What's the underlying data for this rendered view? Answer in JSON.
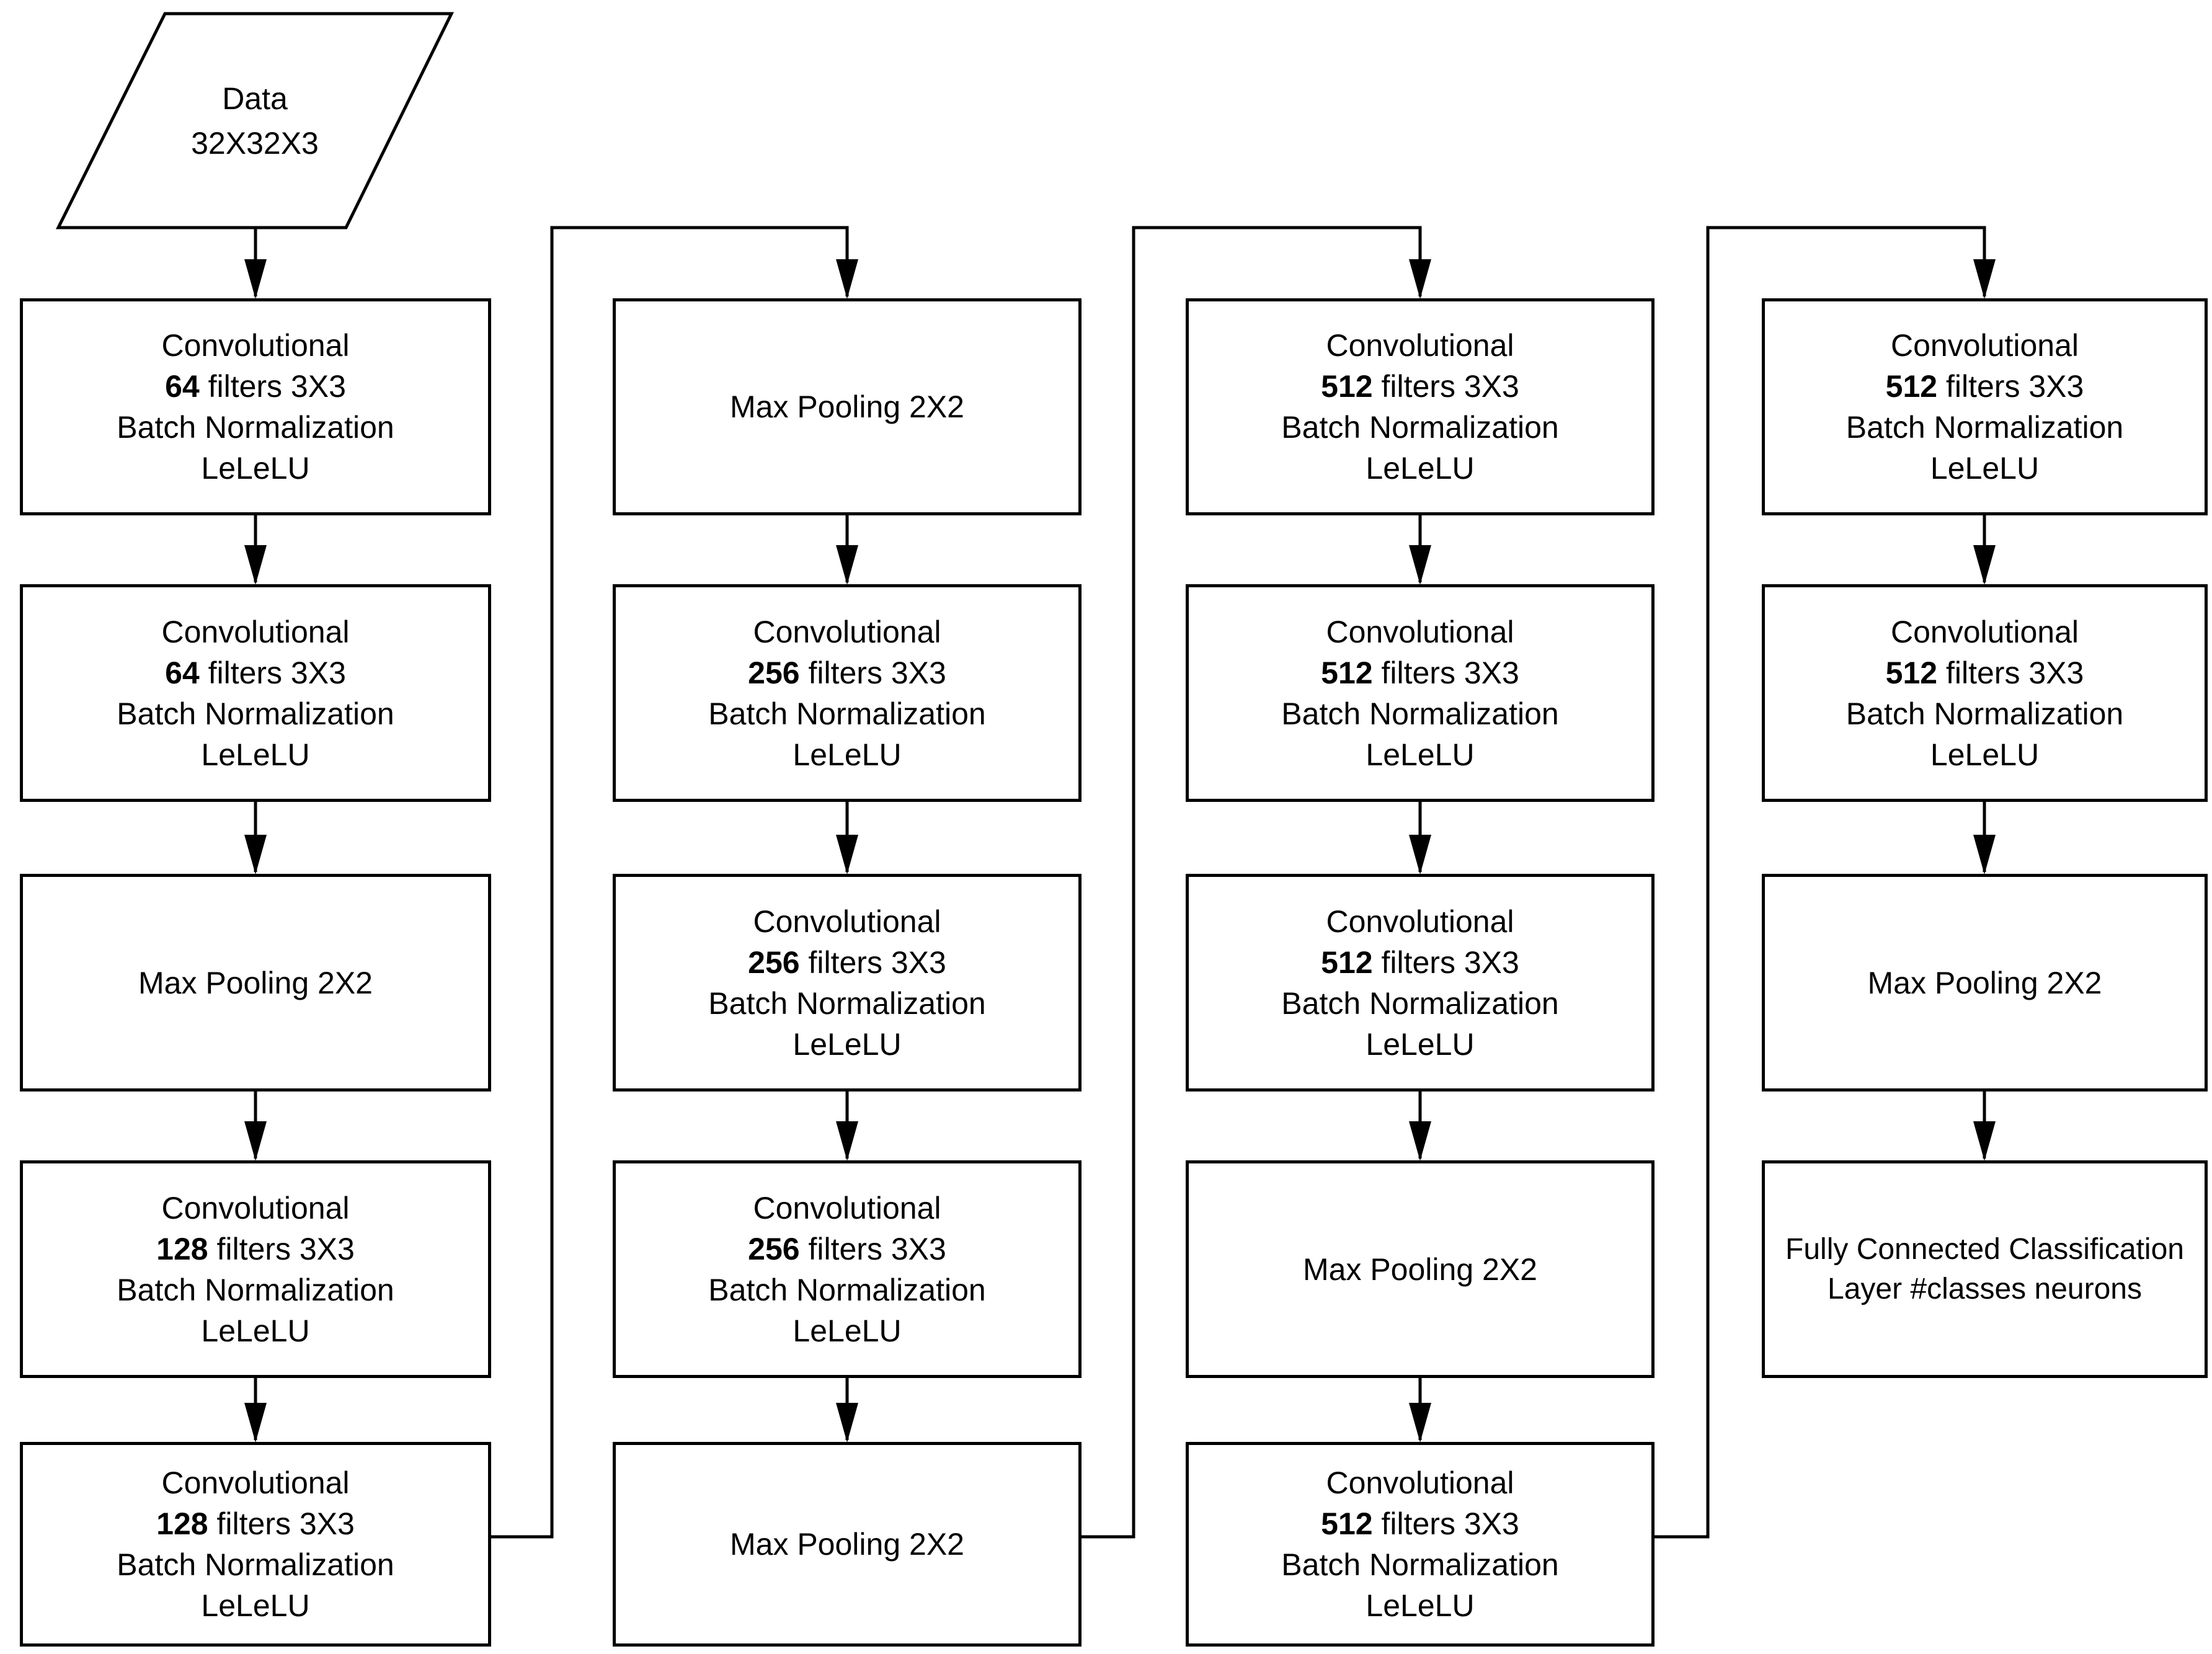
{
  "colors": {
    "background": "#ffffff",
    "line": "#000000",
    "text": "#000000"
  },
  "input_node": {
    "shape": "parallelogram",
    "line1": "Data",
    "line2": "32X32X3"
  },
  "columns": [
    {
      "boxes": [
        {
          "kind": "conv",
          "line1": "Convolutional",
          "filters": "64",
          "line2_rest": " filters 3X3",
          "line3": "Batch Normalization",
          "line4": "LeLeLU"
        },
        {
          "kind": "conv",
          "line1": "Convolutional",
          "filters": "64",
          "line2_rest": " filters 3X3",
          "line3": "Batch Normalization",
          "line4": "LeLeLU"
        },
        {
          "kind": "maxpool",
          "label": "Max Pooling 2X2"
        },
        {
          "kind": "conv",
          "line1": "Convolutional",
          "filters": "128",
          "line2_rest": " filters 3X3",
          "line3": "Batch Normalization",
          "line4": "LeLeLU"
        },
        {
          "kind": "conv",
          "line1": "Convolutional",
          "filters": "128",
          "line2_rest": " filters 3X3",
          "line3": "Batch Normalization",
          "line4": "LeLeLU"
        }
      ]
    },
    {
      "boxes": [
        {
          "kind": "maxpool",
          "label": "Max Pooling 2X2"
        },
        {
          "kind": "conv",
          "line1": "Convolutional",
          "filters": "256",
          "line2_rest": " filters 3X3",
          "line3": "Batch Normalization",
          "line4": "LeLeLU"
        },
        {
          "kind": "conv",
          "line1": "Convolutional",
          "filters": "256",
          "line2_rest": " filters 3X3",
          "line3": "Batch Normalization",
          "line4": "LeLeLU"
        },
        {
          "kind": "conv",
          "line1": "Convolutional",
          "filters": "256",
          "line2_rest": " filters 3X3",
          "line3": "Batch Normalization",
          "line4": "LeLeLU"
        },
        {
          "kind": "maxpool",
          "label": "Max Pooling 2X2"
        }
      ]
    },
    {
      "boxes": [
        {
          "kind": "conv",
          "line1": "Convolutional",
          "filters": "512",
          "line2_rest": " filters 3X3",
          "line3": "Batch Normalization",
          "line4": "LeLeLU"
        },
        {
          "kind": "conv",
          "line1": "Convolutional",
          "filters": "512",
          "line2_rest": " filters 3X3",
          "line3": "Batch Normalization",
          "line4": "LeLeLU"
        },
        {
          "kind": "conv",
          "line1": "Convolutional",
          "filters": "512",
          "line2_rest": " filters 3X3",
          "line3": "Batch Normalization",
          "line4": "LeLeLU"
        },
        {
          "kind": "maxpool",
          "label": "Max Pooling 2X2"
        },
        {
          "kind": "conv",
          "line1": "Convolutional",
          "filters": "512",
          "line2_rest": " filters 3X3",
          "line3": "Batch Normalization",
          "line4": "LeLeLU"
        }
      ]
    },
    {
      "boxes": [
        {
          "kind": "conv",
          "line1": "Convolutional",
          "filters": "512",
          "line2_rest": " filters 3X3",
          "line3": "Batch Normalization",
          "line4": "LeLeLU"
        },
        {
          "kind": "conv",
          "line1": "Convolutional",
          "filters": "512",
          "line2_rest": " filters 3X3",
          "line3": "Batch Normalization",
          "line4": "LeLeLU"
        },
        {
          "kind": "maxpool",
          "label": "Max Pooling 2X2"
        },
        {
          "kind": "fc",
          "line1": "Fully Connected Classification",
          "line2": "Layer #classes neurons"
        }
      ]
    }
  ]
}
